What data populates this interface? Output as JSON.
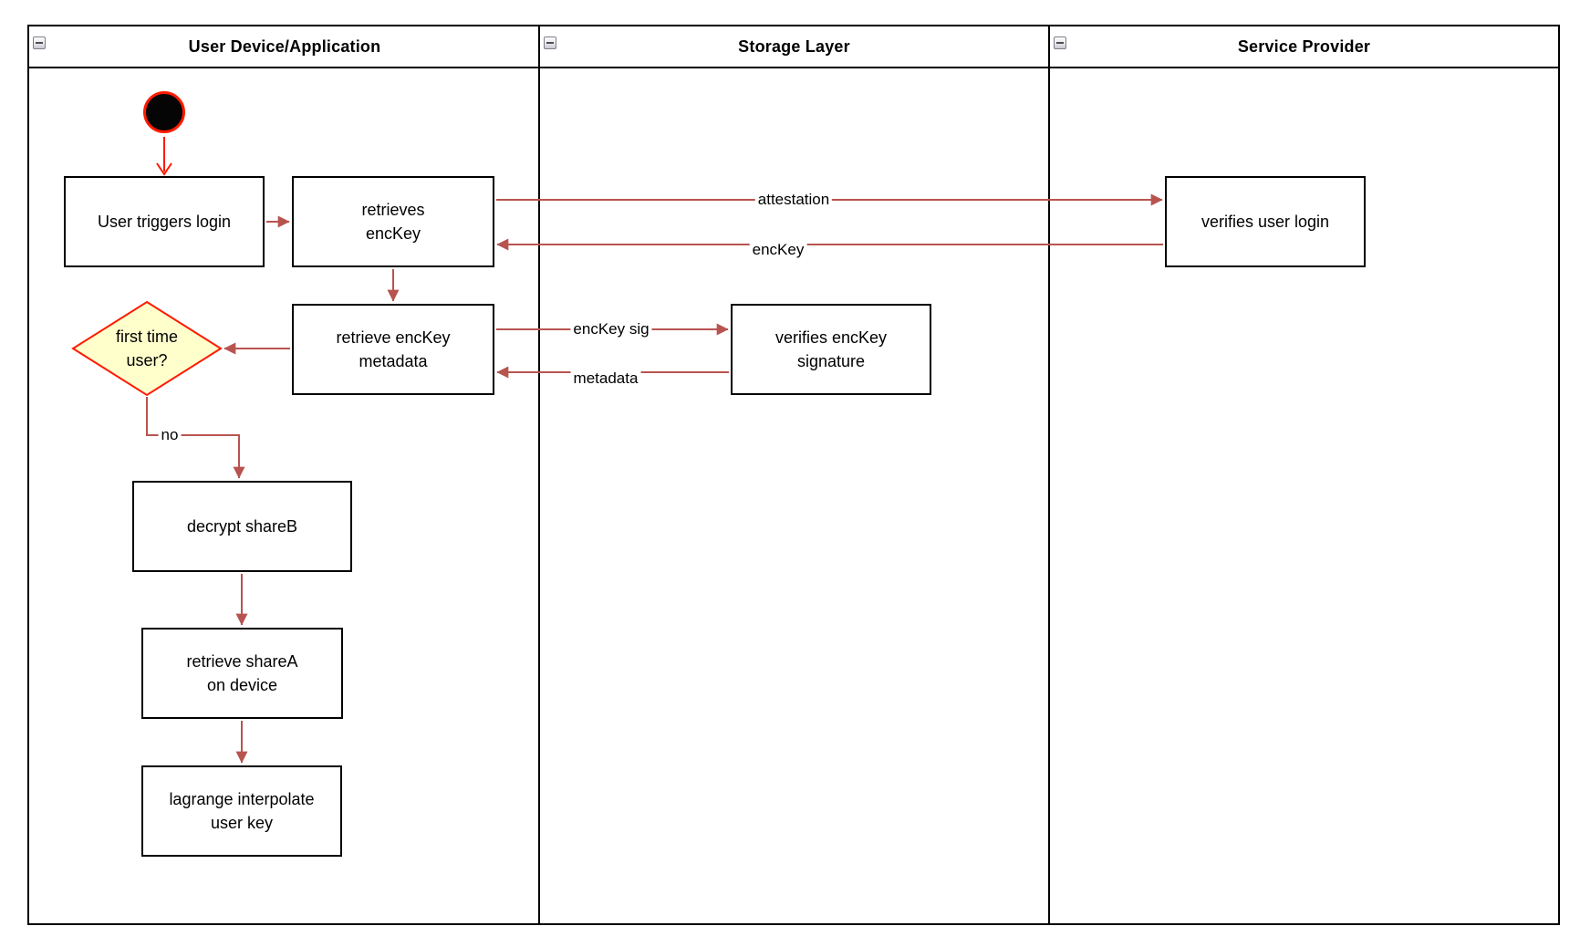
{
  "colors": {
    "arrow-red": "#B85450",
    "accent-red": "#FF1A00",
    "decision-fill": "#FFFFCC",
    "node-border": "#000000",
    "node-fill": "#FFFFFF"
  },
  "lanes": [
    {
      "title": "User Device/Application"
    },
    {
      "title": "Storage Layer"
    },
    {
      "title": "Service Provider"
    }
  ],
  "nodes": {
    "user_triggers_login": {
      "label": [
        "User triggers login"
      ]
    },
    "retrieves_enckey": {
      "label": [
        "retrieves",
        "encKey"
      ]
    },
    "verifies_user_login": {
      "label": [
        "verifies user login"
      ]
    },
    "retrieve_enckey_metadata": {
      "label": [
        "retrieve encKey",
        "metadata"
      ]
    },
    "verifies_enckey_signature": {
      "label": [
        "verifies encKey",
        "signature"
      ]
    },
    "first_time_user": {
      "label": [
        "first time",
        "user?"
      ]
    },
    "decrypt_shareb": {
      "label": [
        "decrypt shareB"
      ]
    },
    "retrieve_sharea_on_device": {
      "label": [
        "retrieve shareA",
        "on device"
      ]
    },
    "lagrange_interpolate_user_key": {
      "label": [
        "lagrange interpolate",
        "user key"
      ]
    }
  },
  "edge_labels": {
    "attestation": "attestation",
    "enckey": "encKey",
    "enckey_sig": "encKey sig",
    "metadata": "metadata",
    "no": "no"
  }
}
